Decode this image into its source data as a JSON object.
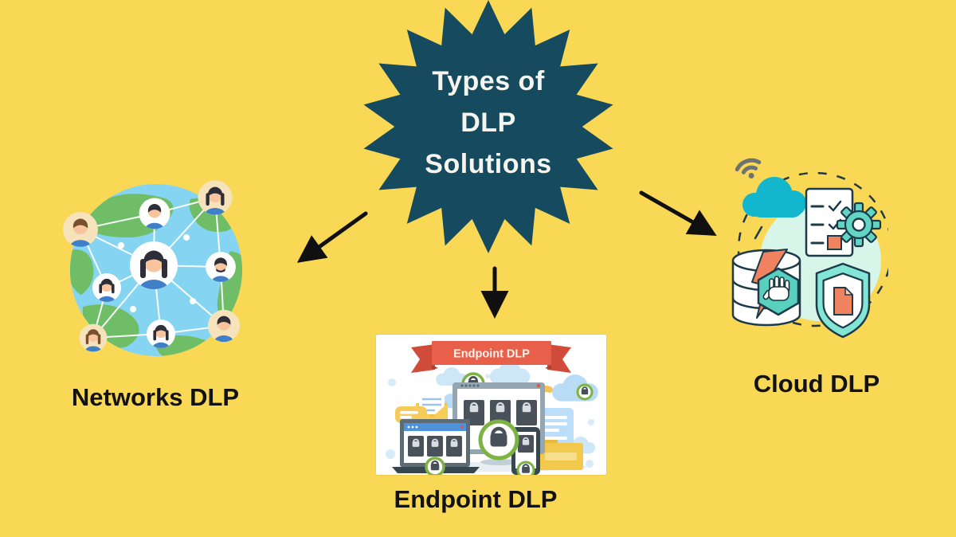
{
  "title": {
    "line1": "Types of",
    "line2": "DLP",
    "line3": "Solutions"
  },
  "branches": {
    "networks": {
      "label": "Networks DLP"
    },
    "endpoint": {
      "label": "Endpoint DLP",
      "banner": "Endpoint DLP"
    },
    "cloud": {
      "label": "Cloud DLP"
    }
  },
  "icons": {
    "networks": "globe-with-connected-people-network",
    "endpoint": "computer-devices-with-padlocks",
    "cloud": "cloud-database-shield-checklist-gear"
  },
  "colors": {
    "background": "#F9D856",
    "starburst": "#164A5E",
    "title_text": "#F6F4EE",
    "label_text": "#121212",
    "arrow": "#101010",
    "banner_red": "#E8604A",
    "lock_green": "#7CB342",
    "device_dark": "#49525B",
    "light_blue": "#BBDEFB",
    "globe_ocean": "#85D4F2",
    "globe_land": "#6FBE67",
    "cloud_teal": "#12B7CD",
    "mint": "#59D0BD",
    "mint_light": "#D8F5E9",
    "orange": "#F0835F",
    "outline_navy": "#1C3A4A",
    "accent_yellow": "#F2C94C"
  }
}
